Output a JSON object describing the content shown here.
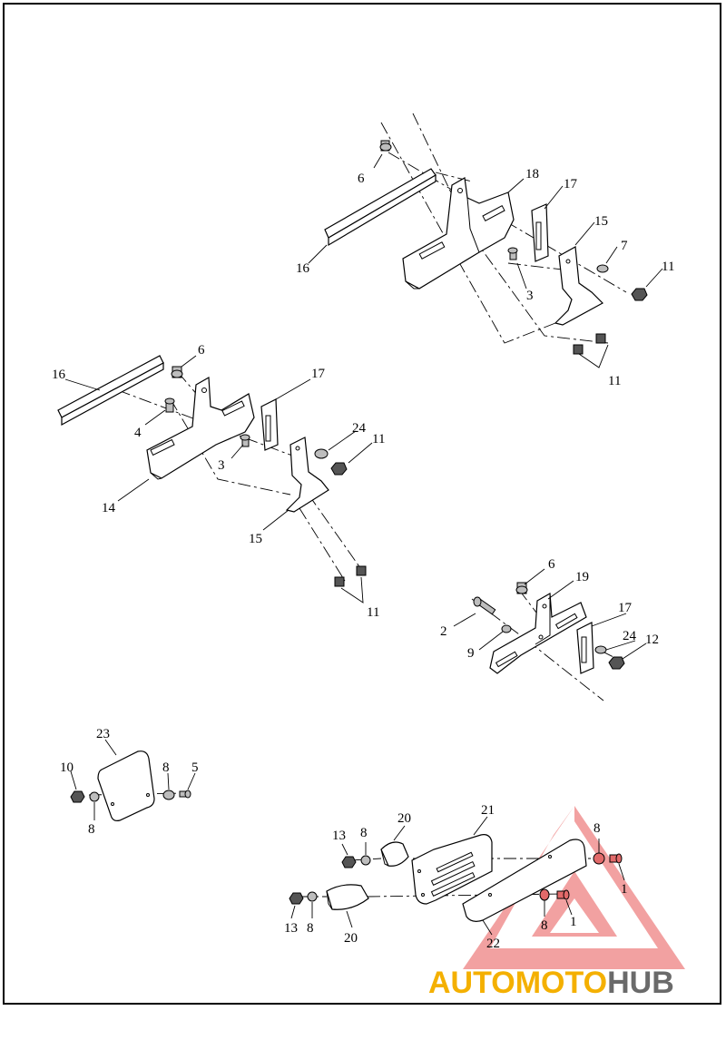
{
  "callouts": {
    "top": [
      "6",
      "18",
      "17",
      "15",
      "7",
      "11",
      "16",
      "3",
      "11"
    ],
    "mid": [
      "16",
      "6",
      "17",
      "4",
      "24",
      "11",
      "3",
      "14",
      "15",
      "11"
    ],
    "right": [
      "6",
      "19",
      "17",
      "2",
      "24",
      "12",
      "9"
    ],
    "plate": [
      "23",
      "10",
      "8",
      "5",
      "8"
    ],
    "bottom": [
      "13",
      "8",
      "20",
      "21",
      "8",
      "1",
      "1",
      "8",
      "13",
      "8",
      "20",
      "22"
    ]
  },
  "watermark": {
    "part1": "AUTO",
    "part2": "MOTO",
    "part3": "HUB",
    "color_auto": "#f4b000",
    "color_moto": "#f4b000",
    "color_hub": "#6a6a6a",
    "color_triangle": "#f09090"
  }
}
